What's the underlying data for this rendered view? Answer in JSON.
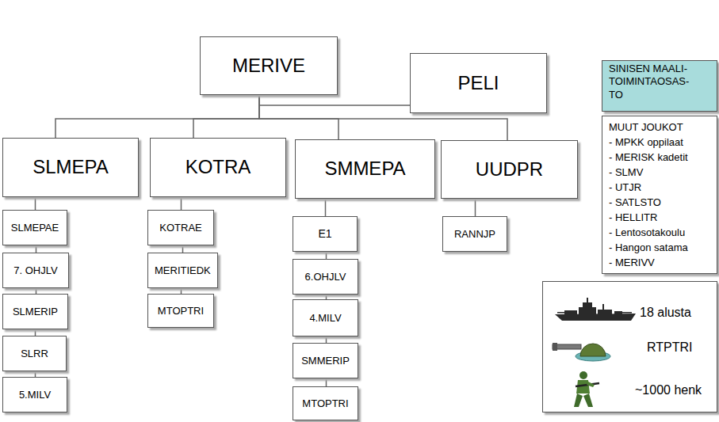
{
  "diagram": {
    "nodes": [
      {
        "text": [
          "MERIVE"
        ]
      },
      {
        "text": [
          "PELI"
        ]
      },
      {
        "text": [
          "SINISEN MAALI- TOIMINTAOSAS- TO"
        ]
      },
      {
        "text": [
          "MUUT JOUKOT",
          "- MPKK oppilaat",
          "- MERISK kadetit",
          "- SLMV",
          "- UTJR",
          "- SATLSTO",
          "- HELLITR",
          "- Lentosotakoulu",
          "- Hangon satama",
          "- MERIVV"
        ]
      },
      {
        "text": [
          "SLMEPA"
        ]
      },
      {
        "text": [
          "KOTRA"
        ]
      },
      {
        "text": [
          "SMMEPA"
        ]
      },
      {
        "text": [
          "UUDPR"
        ]
      },
      {
        "text": [
          "SLMEPAE"
        ]
      },
      {
        "text": [
          "7. OHJLV"
        ]
      },
      {
        "text": [
          "SLMERIP"
        ]
      },
      {
        "text": [
          "SLRR"
        ]
      },
      {
        "text": [
          "5.MILV"
        ]
      },
      {
        "text": [
          "KOTRAE"
        ]
      },
      {
        "text": [
          "MERITIEDK"
        ]
      },
      {
        "text": [
          "MTOPTRI"
        ]
      },
      {
        "text": [
          "E1"
        ]
      },
      {
        "text": [
          "6.OHJLV"
        ]
      },
      {
        "text": [
          "4.MILV"
        ]
      },
      {
        "text": [
          "SMMERIP"
        ]
      },
      {
        "text": [
          "MTOPTRI"
        ]
      },
      {
        "text": [
          "RANNJP"
        ]
      },
      {
        "text": [
          "18 alusta",
          "RTPTRI",
          "~1000 henk"
        ]
      }
    ],
    "edges": [
      {
        "from": 0,
        "to": 1,
        "arrow": "none"
      },
      {
        "from": 0,
        "to": 4,
        "arrow": "none"
      },
      {
        "from": 0,
        "to": 5,
        "arrow": "none"
      },
      {
        "from": 0,
        "to": 6,
        "arrow": "none"
      },
      {
        "from": 0,
        "to": 7,
        "arrow": "none"
      },
      {
        "from": 4,
        "to": 8,
        "arrow": "none"
      },
      {
        "from": 8,
        "to": 9,
        "arrow": "none"
      },
      {
        "from": 9,
        "to": 10,
        "arrow": "none"
      },
      {
        "from": 10,
        "to": 11,
        "arrow": "none"
      },
      {
        "from": 11,
        "to": 12,
        "arrow": "none"
      },
      {
        "from": 5,
        "to": 13,
        "arrow": "none"
      },
      {
        "from": 13,
        "to": 14,
        "arrow": "none"
      },
      {
        "from": 14,
        "to": 15,
        "arrow": "none"
      },
      {
        "from": 6,
        "to": 16,
        "arrow": "none"
      },
      {
        "from": 16,
        "to": 17,
        "arrow": "none"
      },
      {
        "from": 17,
        "to": 18,
        "arrow": "none"
      },
      {
        "from": 18,
        "to": 19,
        "arrow": "none"
      },
      {
        "from": 19,
        "to": 20,
        "arrow": "none"
      },
      {
        "from": 7,
        "to": 21,
        "arrow": "none"
      }
    ]
  }
}
